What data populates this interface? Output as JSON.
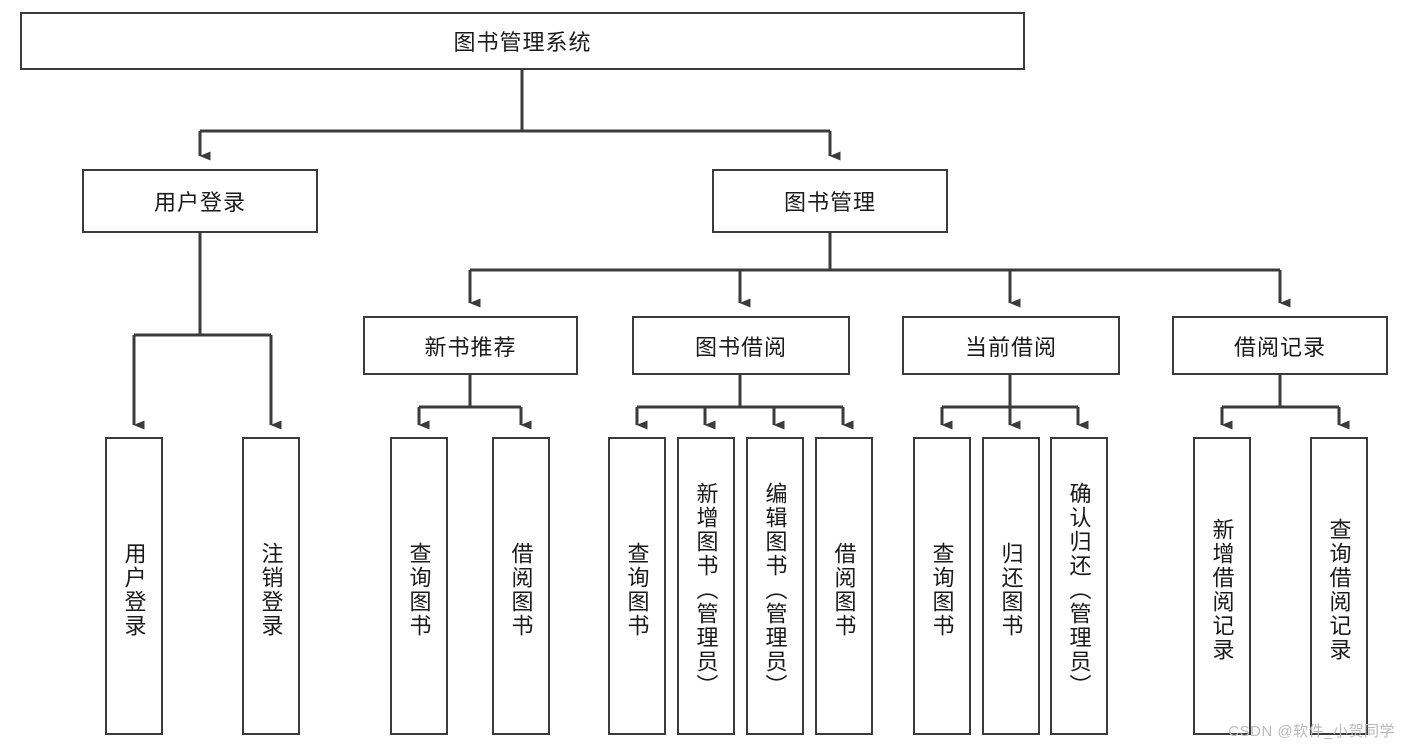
{
  "diagram": {
    "title": "图书管理系统",
    "type": "tree-hierarchy-chart",
    "root": {
      "label": "图书管理系统"
    },
    "level2": [
      {
        "label": "用户登录"
      },
      {
        "label": "图书管理"
      }
    ],
    "level3": [
      {
        "label": "新书推荐"
      },
      {
        "label": "图书借阅"
      },
      {
        "label": "当前借阅"
      },
      {
        "label": "借阅记录"
      }
    ],
    "leaves": {
      "user_login": [
        {
          "label": "用户登录"
        },
        {
          "label": "注销登录"
        }
      ],
      "new_book_recommend": [
        {
          "label": "查询图书"
        },
        {
          "label": "借阅图书"
        }
      ],
      "book_borrow": [
        {
          "label": "查询图书"
        },
        {
          "label": "新增图书（管理员）"
        },
        {
          "label": "编辑图书（管理员）"
        },
        {
          "label": "借阅图书"
        }
      ],
      "current_borrow": [
        {
          "label": "查询图书"
        },
        {
          "label": "归还图书"
        },
        {
          "label": "确认归还（管理员）"
        }
      ],
      "borrow_record": [
        {
          "label": "新增借阅记录"
        },
        {
          "label": "查询借阅记录"
        }
      ]
    }
  },
  "watermark": {
    "text": "CSDN @软件_小贺同学"
  },
  "colors": {
    "border": "#3b3b3b",
    "text": "#1a1a1a",
    "background": "#ffffff",
    "watermark": "#b9b9b9"
  }
}
